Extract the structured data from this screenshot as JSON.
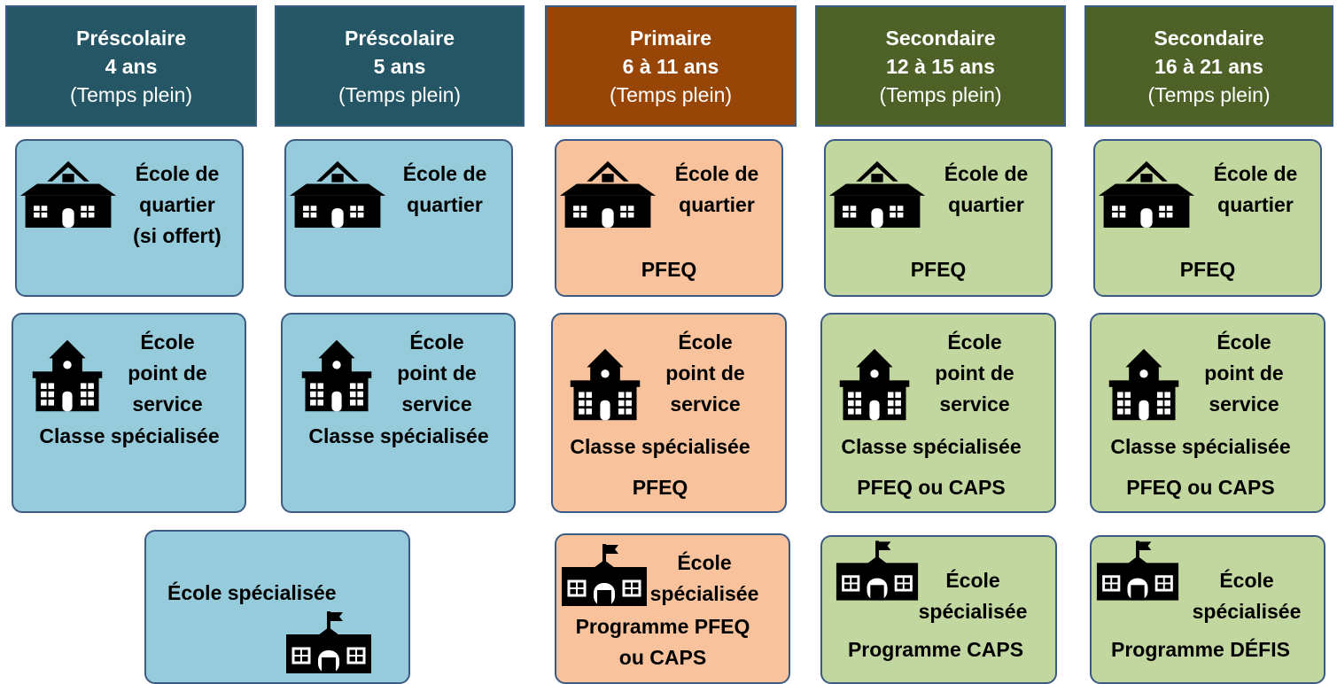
{
  "headers": [
    {
      "title": "Préscolaire",
      "age": "4 ans",
      "mode": "(Temps plein)",
      "color": "#245665"
    },
    {
      "title": "Préscolaire",
      "age": "5 ans",
      "mode": "(Temps plein)",
      "color": "#245665"
    },
    {
      "title": "Primaire",
      "age": "6 à 11 ans",
      "mode": "(Temps plein)",
      "color": "#974608"
    },
    {
      "title": "Secondaire",
      "age": "12 à 15 ans",
      "mode": "(Temps plein)",
      "color": "#4e6228"
    },
    {
      "title": "Secondaire",
      "age": "16 à 21 ans",
      "mode": "(Temps plein)",
      "color": "#4e6228"
    }
  ],
  "box_colors": {
    "prescolaire": "#96cbdb",
    "primaire": "#f8c29c",
    "secondaire": "#c2d7a0"
  },
  "quartier": {
    "label_l1": "École de",
    "label_l2": "quartier",
    "note_4ans": "(si offert)",
    "program": "PFEQ"
  },
  "point_service": {
    "label_l1": "École",
    "label_l2": "point de",
    "label_l3": "service",
    "class_label": "Classe spécialisée",
    "program_primaire": "PFEQ",
    "program_secondaire": "PFEQ ou CAPS"
  },
  "specialisee": {
    "prescolaire_label": "École spécialisée",
    "label_l1": "École",
    "label_l2": "spécialisée",
    "primaire_prog_l1": "Programme PFEQ",
    "primaire_prog_l2": "ou CAPS",
    "sec1_prog": "Programme CAPS",
    "sec2_prog": "Programme DÉFIS"
  },
  "icons": [
    "house-school-icon",
    "multi-storey-school-icon",
    "flag-school-icon"
  ]
}
